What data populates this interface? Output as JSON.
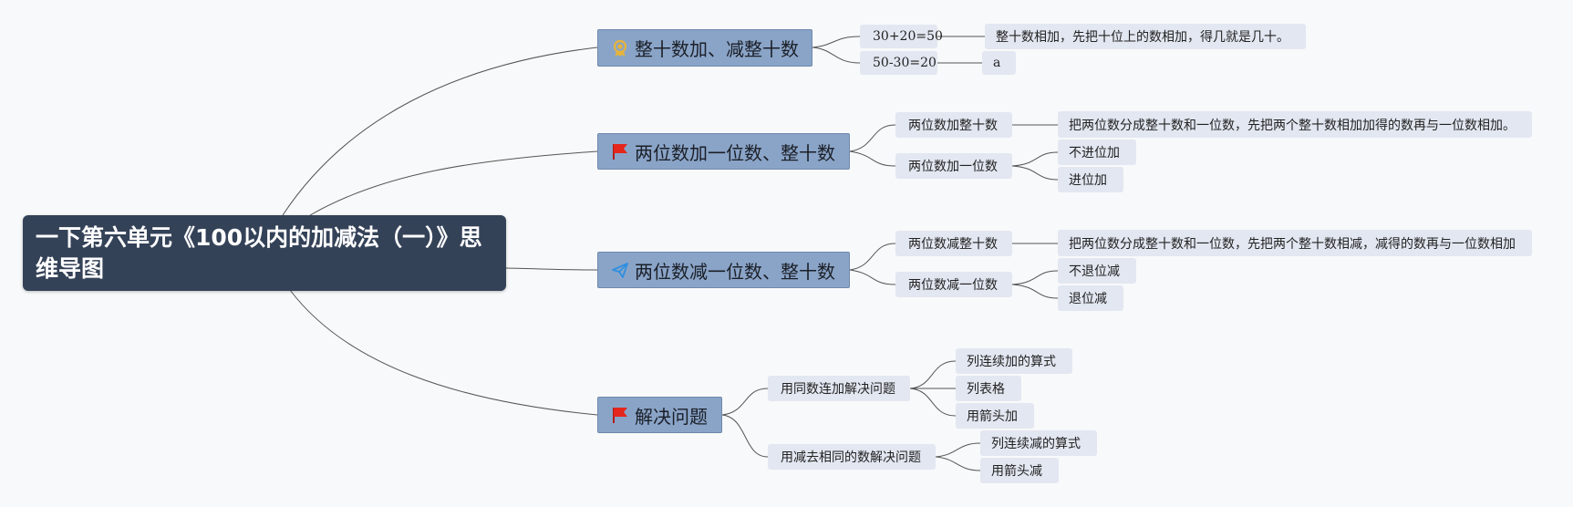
{
  "root": {
    "title": "一下第六单元《100以内的加减法（一）》思维导图"
  },
  "topics": [
    {
      "label": "整十数加、减整十数",
      "icon": "award-icon",
      "children": [
        {
          "label": "30+20=50",
          "children": [
            {
              "label": "整十数相加，先把十位上的数相加，得几就是几十。"
            }
          ]
        },
        {
          "label": "50-30=20",
          "children": [
            {
              "label": "a"
            }
          ]
        }
      ]
    },
    {
      "label": "两位数加一位数、整十数",
      "icon": "red-flag-icon",
      "children": [
        {
          "label": "两位数加整十数",
          "children": [
            {
              "label": "把两位数分成整十数和一位数，先把两个整十数相加加得的数再与一位数相加。"
            }
          ]
        },
        {
          "label": "两位数加一位数",
          "children": [
            {
              "label": "不进位加"
            },
            {
              "label": "进位加"
            }
          ]
        }
      ]
    },
    {
      "label": "两位数减一位数、整十数",
      "icon": "paper-plane-icon",
      "children": [
        {
          "label": "两位数减整十数",
          "children": [
            {
              "label": "把两位数分成整十数和一位数，先把两个整十数相减，减得的数再与一位数相加"
            }
          ]
        },
        {
          "label": "两位数减一位数",
          "children": [
            {
              "label": "不退位减"
            },
            {
              "label": "退位减"
            }
          ]
        }
      ]
    },
    {
      "label": "解决问题",
      "icon": "red-flag-icon",
      "children": [
        {
          "label": "用同数连加解决问题",
          "children": [
            {
              "label": "列连续加的算式"
            },
            {
              "label": "列表格"
            },
            {
              "label": "用箭头加"
            }
          ]
        },
        {
          "label": "用减去相同的数解决问题",
          "children": [
            {
              "label": "列连续减的算式"
            },
            {
              "label": "用箭头减"
            }
          ]
        }
      ]
    }
  ],
  "colors": {
    "root_bg": "#344258",
    "topic_bg": "#8aa4c8",
    "node_bg": "#e2e7f1",
    "line": "#555555",
    "flag": "#e4261c",
    "award": "#e7b43a",
    "plane": "#2f8fe0"
  }
}
